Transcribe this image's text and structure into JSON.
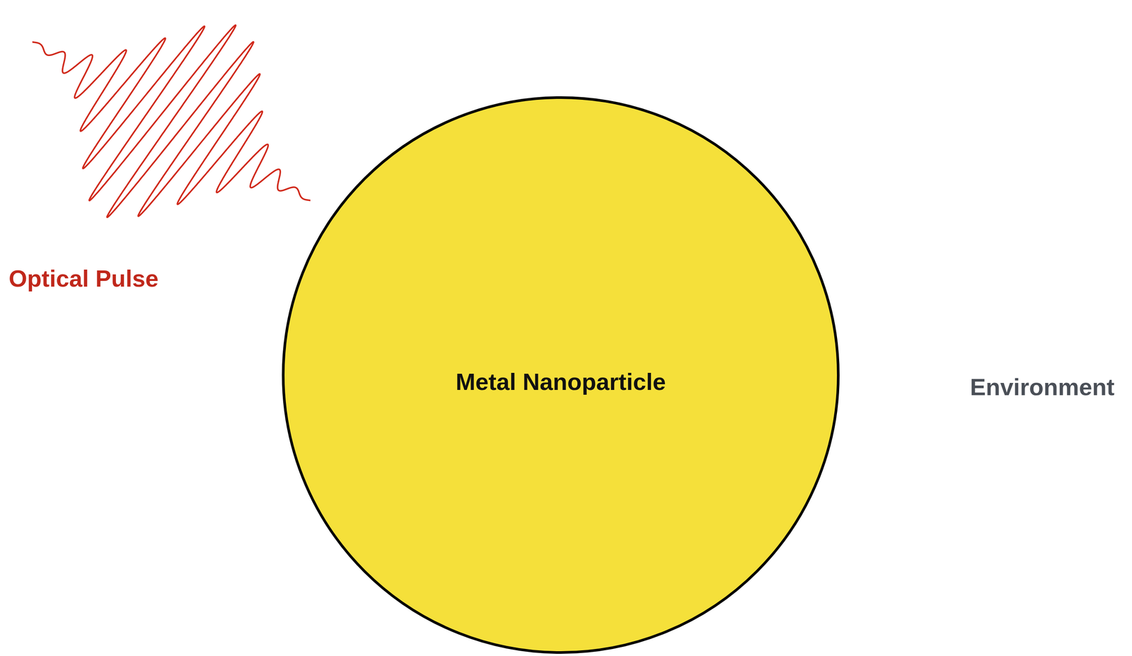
{
  "diagram": {
    "nodes": [
      {
        "text": [
          "Metal Nanoparticle"
        ]
      }
    ],
    "labels": [
      "Optical Pulse",
      "Environment"
    ]
  }
}
